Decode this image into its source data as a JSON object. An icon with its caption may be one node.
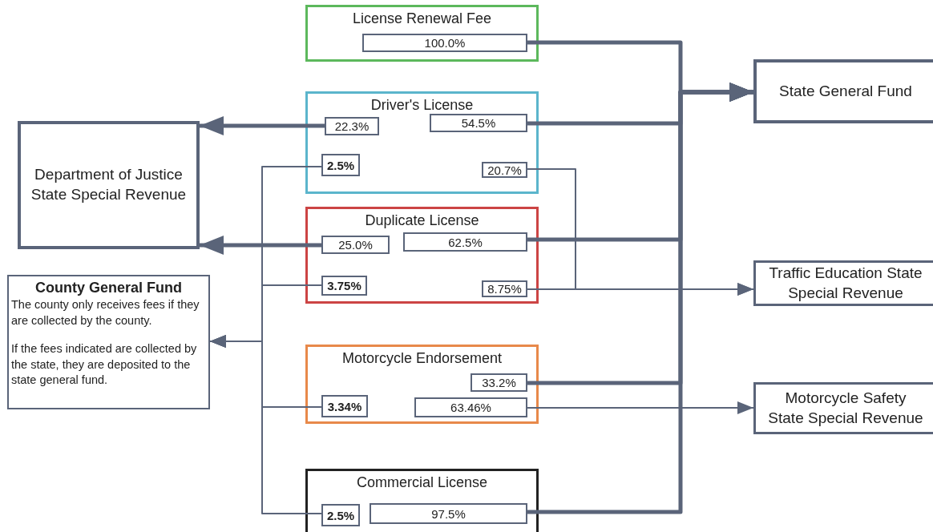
{
  "diagram": {
    "nodes": [
      {
        "text": [
          "License Renewal Fee"
        ]
      },
      {
        "text": [
          "100.0%"
        ],
        "in": 0
      },
      {
        "text": [
          "Driver's License"
        ]
      },
      {
        "text": [
          "22.3%"
        ],
        "in": 2
      },
      {
        "text": [
          "54.5%"
        ],
        "in": 2
      },
      {
        "text": [
          "2.5%"
        ],
        "in": 2
      },
      {
        "text": [
          "20.7%"
        ],
        "in": 2
      },
      {
        "text": [
          "Duplicate License"
        ]
      },
      {
        "text": [
          "25.0%"
        ],
        "in": 7
      },
      {
        "text": [
          "62.5%"
        ],
        "in": 7
      },
      {
        "text": [
          "3.75%"
        ],
        "in": 7
      },
      {
        "text": [
          "8.75%"
        ],
        "in": 7
      },
      {
        "text": [
          "Motorcycle Endorsement"
        ]
      },
      {
        "text": [
          "33.2%"
        ],
        "in": 12
      },
      {
        "text": [
          "3.34%"
        ],
        "in": 12
      },
      {
        "text": [
          "63.46%"
        ],
        "in": 12
      },
      {
        "text": [
          "Commercial License"
        ]
      },
      {
        "text": [
          "2.5%"
        ],
        "in": 16
      },
      {
        "text": [
          "97.5%"
        ],
        "in": 16
      },
      {
        "text": [
          "State General Fund"
        ]
      },
      {
        "text": [
          "Department of Justice State Special Revenue"
        ]
      },
      {
        "text": [
          "County General Fund",
          "The county only receives fees if they are collected by the county.",
          "If the fees indicated are collected by the state, they are deposited to the state general fund."
        ]
      },
      {
        "text": [
          "Traffic Education State Special Revenue"
        ]
      },
      {
        "text": [
          "Motorcycle Safety State Special Revenue"
        ]
      }
    ],
    "edges": [
      {
        "from": 1,
        "to": 19,
        "arrow": "to",
        "style": "thick"
      },
      {
        "from": 4,
        "to": 19,
        "arrow": "to",
        "style": "thick"
      },
      {
        "from": 9,
        "to": 19,
        "arrow": "to",
        "style": "thick"
      },
      {
        "from": 13,
        "to": 19,
        "arrow": "to",
        "style": "thick"
      },
      {
        "from": 18,
        "to": 19,
        "arrow": "to",
        "style": "thick"
      },
      {
        "from": 3,
        "to": 20,
        "arrow": "to",
        "style": "thick"
      },
      {
        "from": 8,
        "to": 20,
        "arrow": "to",
        "style": "thick"
      },
      {
        "from": 5,
        "to": 21,
        "arrow": "to"
      },
      {
        "from": 10,
        "to": 21,
        "arrow": "to"
      },
      {
        "from": 14,
        "to": 21,
        "arrow": "to"
      },
      {
        "from": 17,
        "to": 21,
        "arrow": "to"
      },
      {
        "from": 6,
        "to": 22,
        "arrow": "to"
      },
      {
        "from": 11,
        "to": 22,
        "arrow": "to"
      },
      {
        "from": 15,
        "to": 23,
        "arrow": "to"
      }
    ]
  }
}
